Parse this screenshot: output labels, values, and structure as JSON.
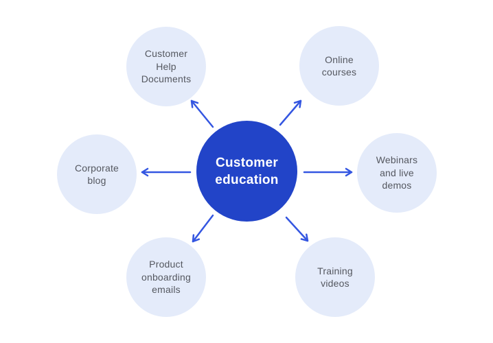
{
  "diagram": {
    "center": {
      "label": "Customer\neducation"
    },
    "nodes": [
      {
        "id": "customer-help-documents",
        "label": "Customer\nHelp\nDocuments"
      },
      {
        "id": "online-courses",
        "label": "Online\ncourses"
      },
      {
        "id": "webinars-and-live-demos",
        "label": "Webinars\nand live\ndemos"
      },
      {
        "id": "training-videos",
        "label": "Training\nvideos"
      },
      {
        "id": "product-onboarding-emails",
        "label": "Product\nonboarding\nemails"
      },
      {
        "id": "corporate-blog",
        "label": "Corporate\nblog"
      }
    ],
    "colors": {
      "background": "#ffffff",
      "center_fill": "#2244c8",
      "center_text": "#ffffff",
      "node_fill": "#e4ebfa",
      "node_text": "#54575f",
      "arrow": "#3456e1"
    }
  }
}
